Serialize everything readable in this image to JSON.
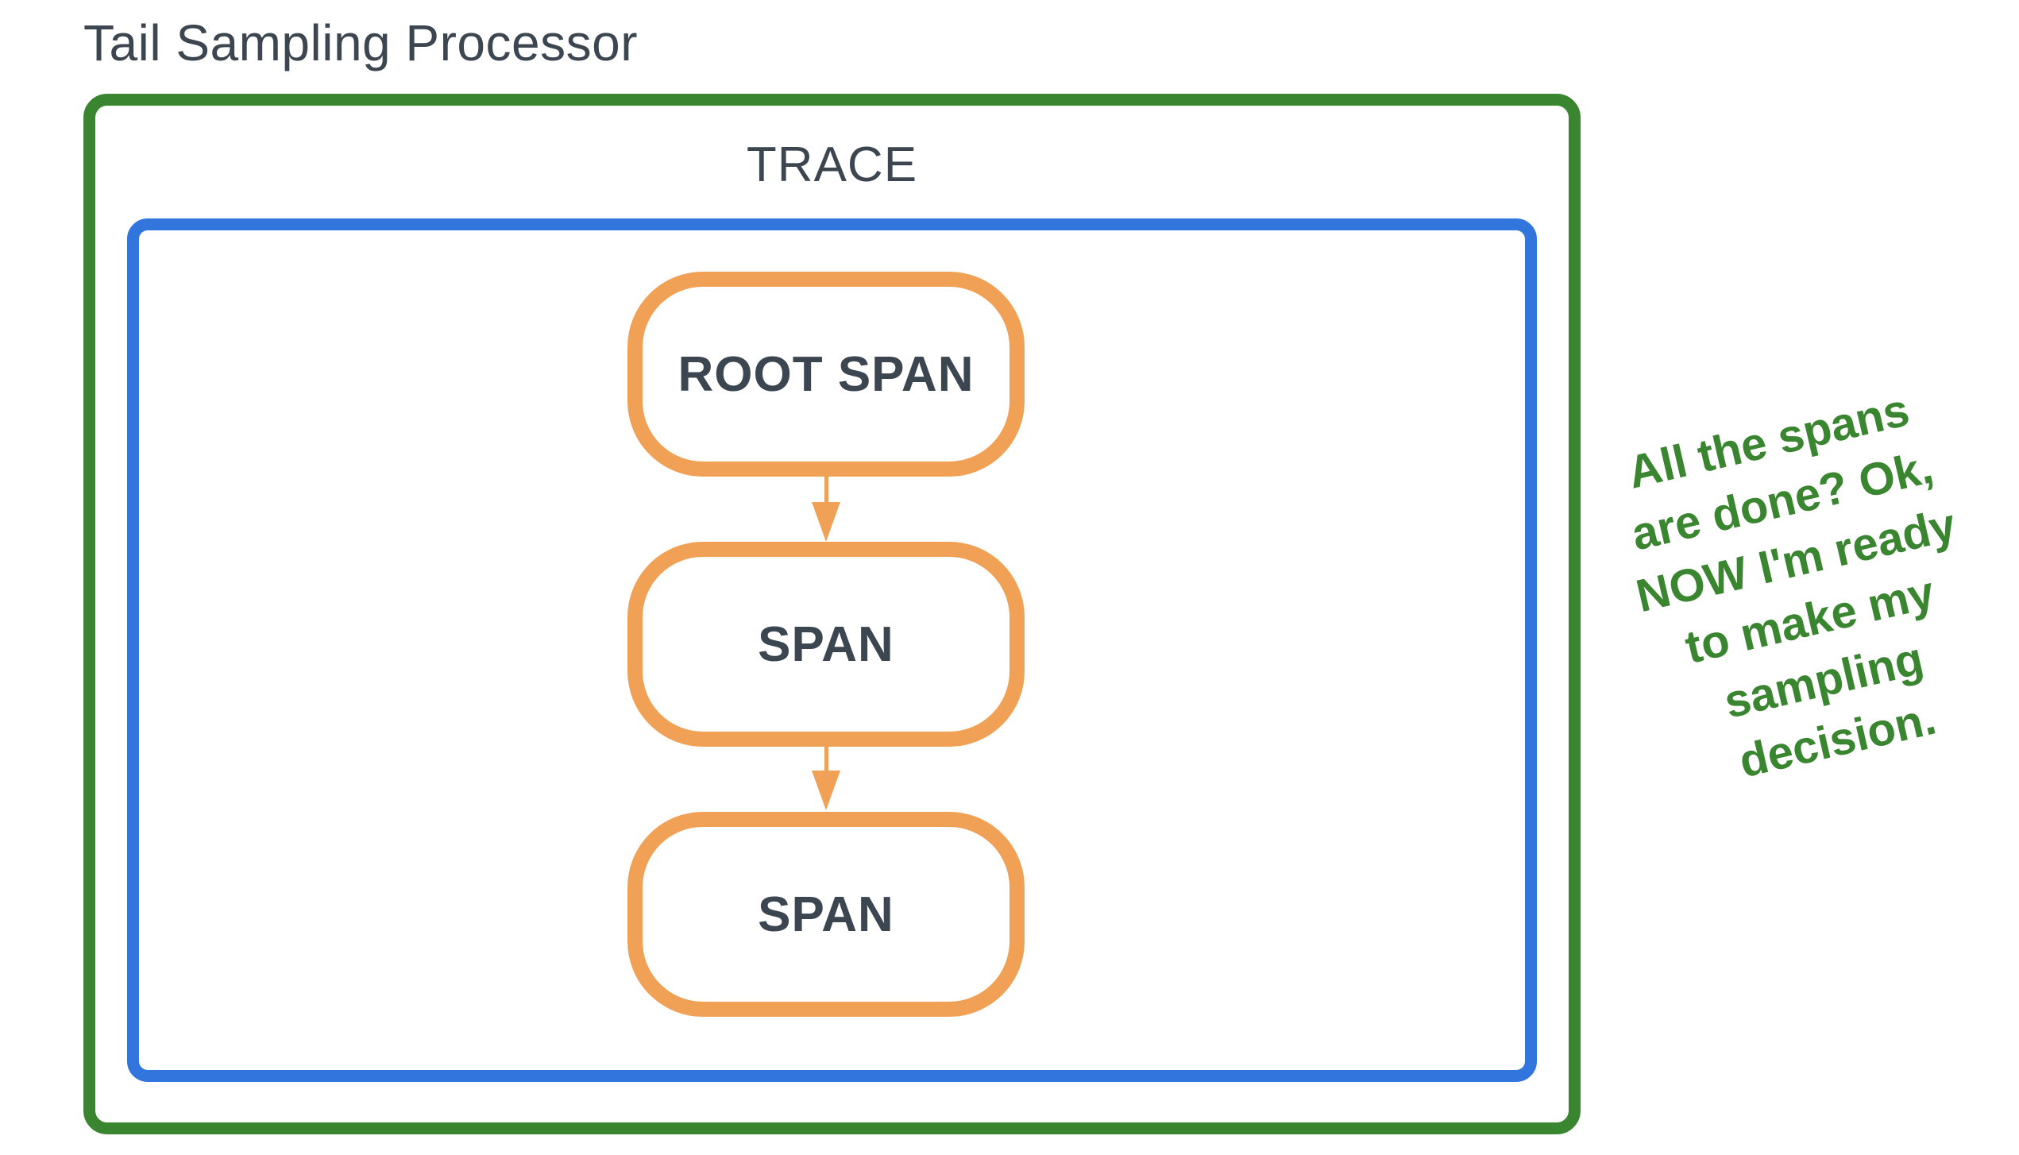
{
  "diagram": {
    "title": "Tail Sampling Processor",
    "trace_label": "TRACE",
    "nodes": [
      {
        "label": "ROOT SPAN"
      },
      {
        "label": "SPAN"
      },
      {
        "label": "SPAN"
      }
    ],
    "annotation": "All the spans\nare done? Ok,\nNOW I'm ready\nto make my\nsampling\ndecision.",
    "colors": {
      "processor_border": "#3A8530",
      "trace_border": "#3276DD",
      "span_border": "#F0A155",
      "text_dark": "#3C4650",
      "annotation_green": "#3A8530",
      "bg": "#FFFFFF"
    }
  }
}
